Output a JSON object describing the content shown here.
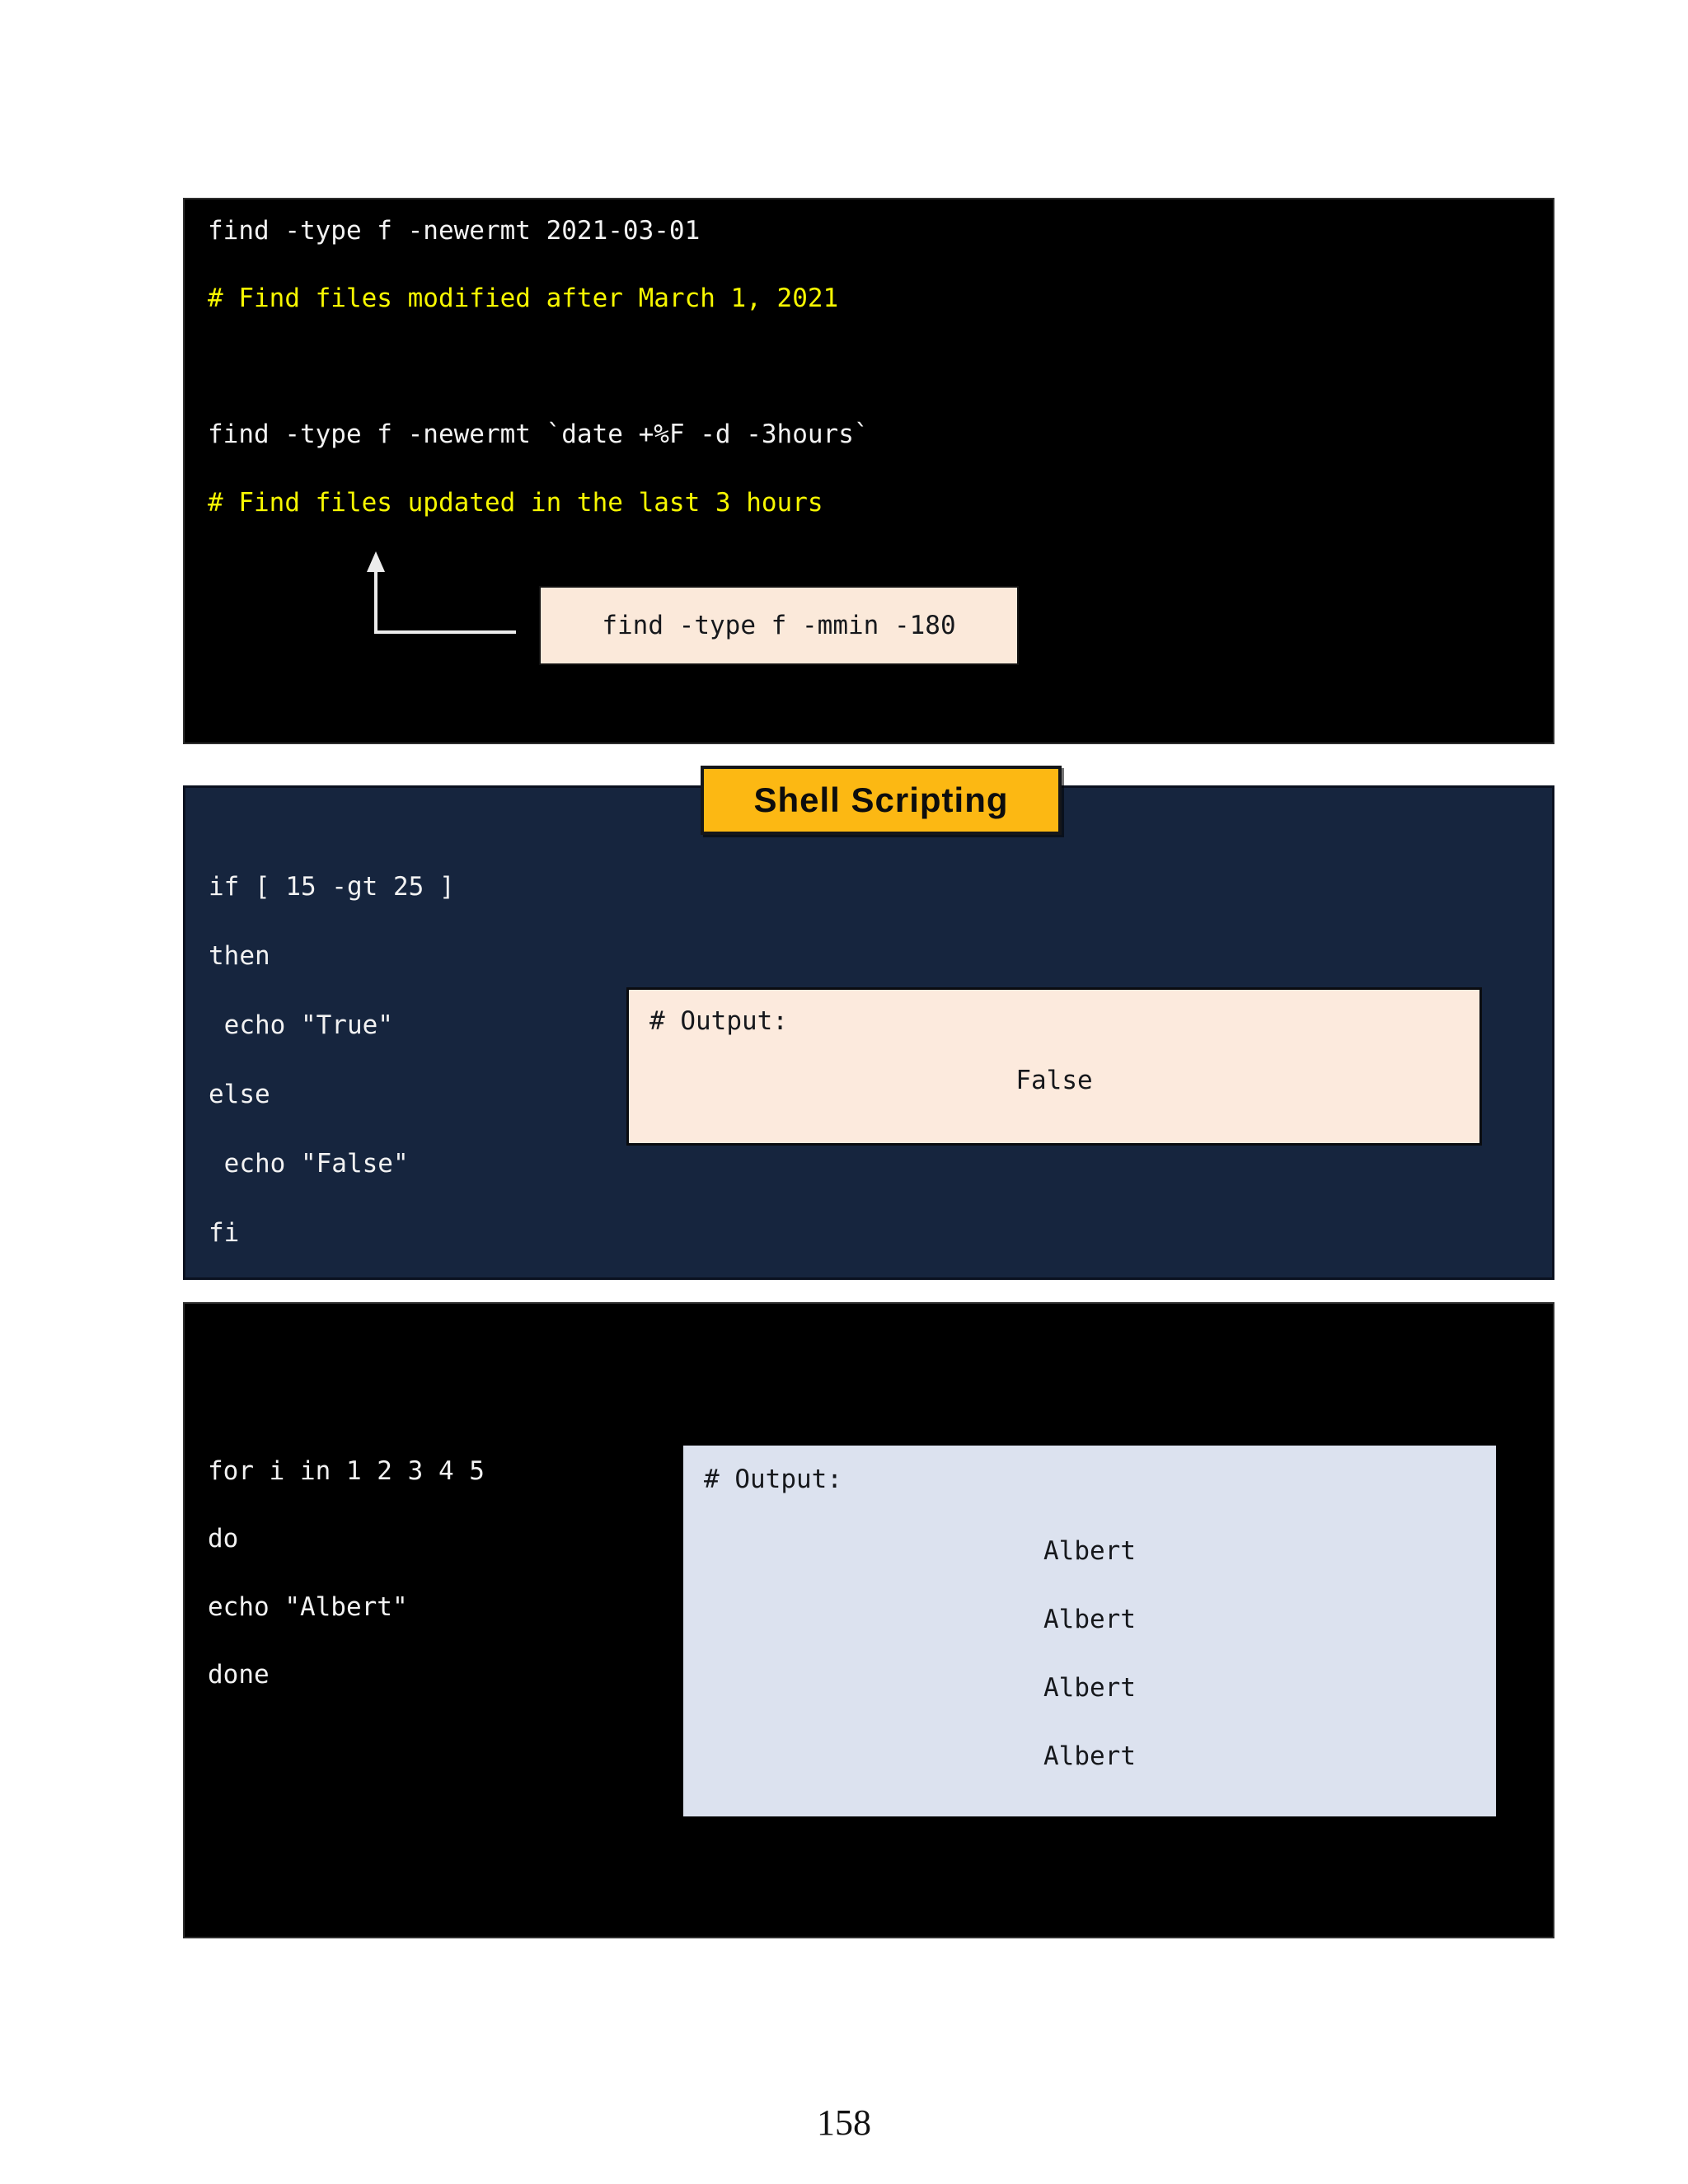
{
  "page": {
    "number": "158"
  },
  "badge": {
    "label": "Shell Scripting"
  },
  "block1": {
    "lines": [
      {
        "text": "find -type f -newermt 2021-03-01",
        "kind": "command"
      },
      {
        "text": "# Find files modified after March 1, 2021",
        "kind": "comment"
      },
      {
        "text": "find -type f -newermt `date +%F -d -3hours`",
        "kind": "command"
      },
      {
        "text": "# Find files updated in the last 3 hours",
        "kind": "comment"
      }
    ],
    "callout": {
      "text": "find -type f -mmin -180"
    }
  },
  "block2": {
    "lines": [
      "if [ 15 -gt 25 ]",
      "then",
      " echo \"True\"",
      "else",
      " echo \"False\"",
      "fi"
    ],
    "output": {
      "label": "# Output:",
      "value": "False"
    }
  },
  "block3": {
    "lines": [
      "for i in 1 2 3 4 5",
      "do",
      "echo \"Albert\"",
      "done"
    ],
    "output": {
      "label": "# Output:",
      "values": [
        "Albert",
        "Albert",
        "Albert",
        "Albert"
      ]
    }
  },
  "colors": {
    "terminal_bg": "#000000",
    "shell_block_bg": "#16253e",
    "command_text": "#f2f2f2",
    "comment_text": "#f7f700",
    "callout_bg": "#fbe9da",
    "badge_bg": "#fcb813",
    "badge_text": "#0d0d0d",
    "if_output_box_bg": "#fceadd",
    "for_output_box_bg": "#dce2ef",
    "output_text": "#16181c"
  }
}
